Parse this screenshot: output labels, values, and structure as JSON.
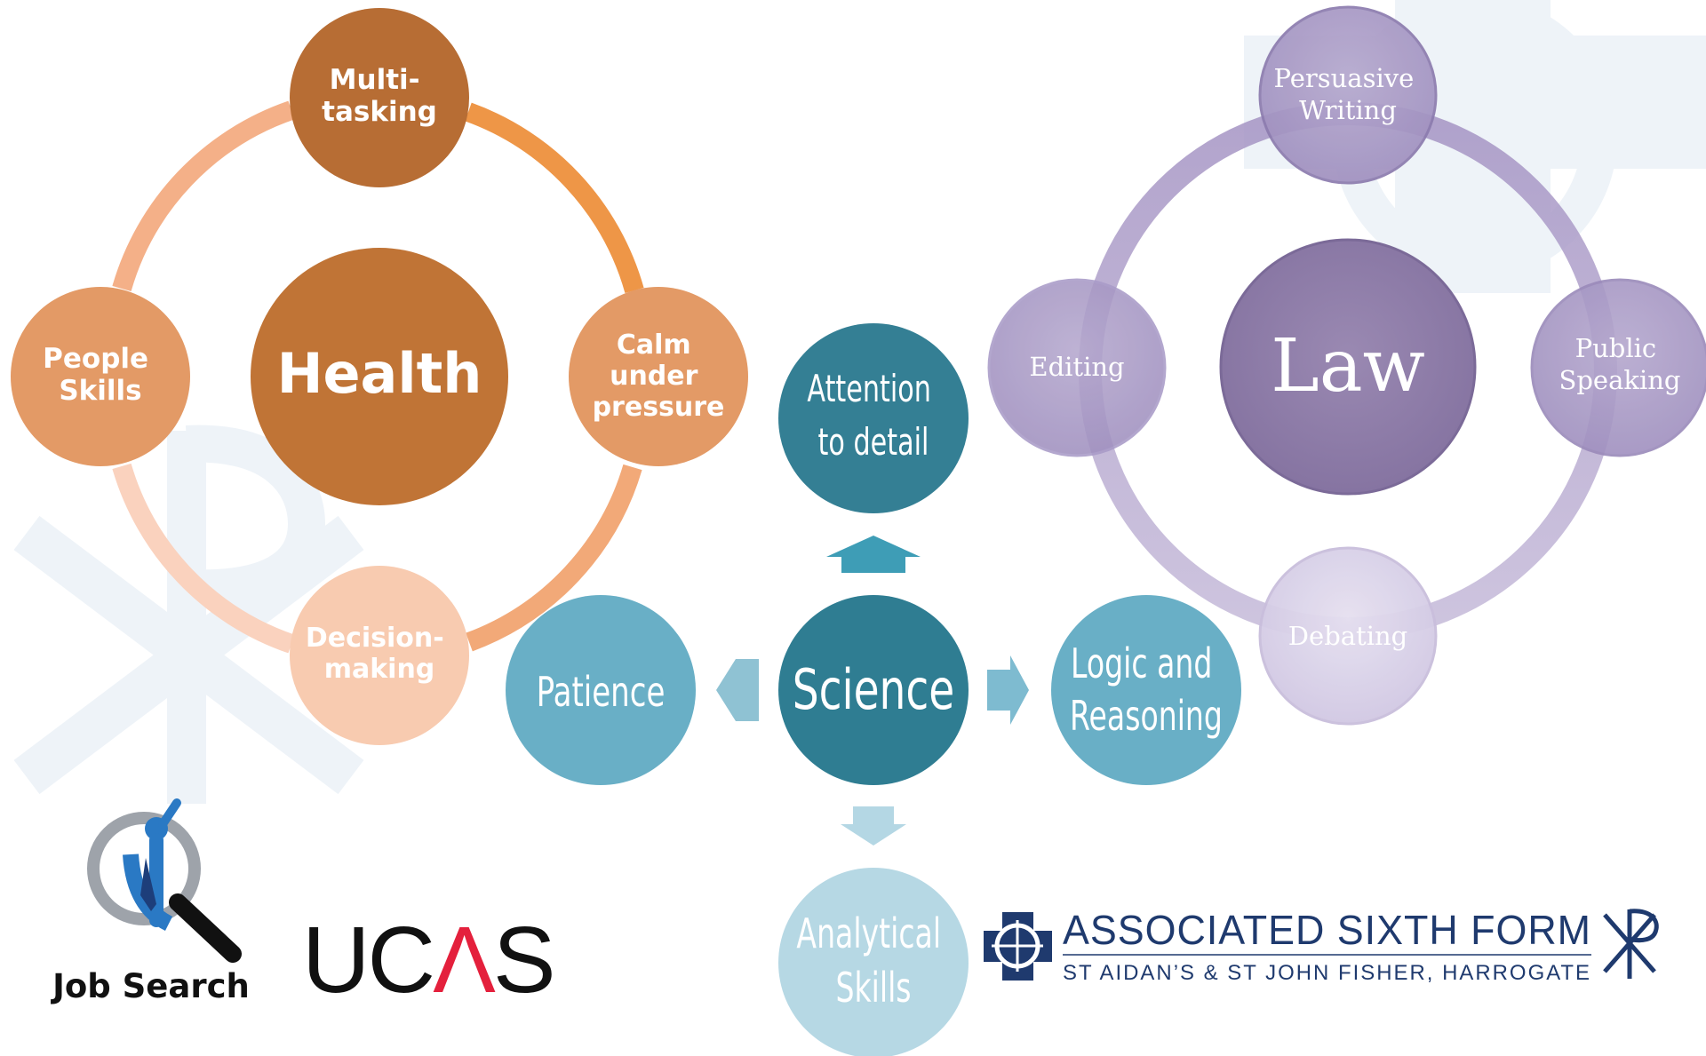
{
  "health": {
    "center": "Health",
    "nodes": {
      "multitasking": [
        "Multi-",
        "tasking"
      ],
      "calm": [
        "Calm",
        "under",
        "pressure"
      ],
      "decision": [
        "Decision-",
        "making"
      ],
      "people": [
        "People",
        "Skills"
      ]
    }
  },
  "science": {
    "center": "Science",
    "nodes": {
      "attention": [
        "Attention",
        "to detail"
      ],
      "logic": [
        "Logic and",
        "Reasoning"
      ],
      "analytical": [
        "Analytical",
        "Skills"
      ],
      "patience": [
        "Patience"
      ]
    }
  },
  "law": {
    "center": "Law",
    "nodes": {
      "persuasive": [
        "Persuasive",
        "Writing"
      ],
      "public": [
        "Public",
        "Speaking"
      ],
      "debating": [
        "Debating"
      ],
      "editing": [
        "Editing"
      ]
    }
  },
  "logos": {
    "job_search": "Job Search",
    "ucas": "UCAS",
    "sixth_form_title": "ASSOCIATED SIXTH FORM",
    "sixth_form_subtitle": "ST AIDAN’S & ST JOHN FISHER, HARROGATE"
  },
  "colors": {
    "health_dark": "#C07436",
    "health_mid": "#E39A66",
    "health_light": "#F8CBB0",
    "science_dark": "#2F7D92",
    "science_mid": "#69AFC6",
    "science_light": "#B6D8E4",
    "law_dark": "#8E7CA6",
    "law_mid": "#AE9ECC",
    "law_light": "#DCD4EA",
    "watermark": "#EEF3F8",
    "navy": "#1F3A6E",
    "ucas_red": "#E4203C"
  }
}
